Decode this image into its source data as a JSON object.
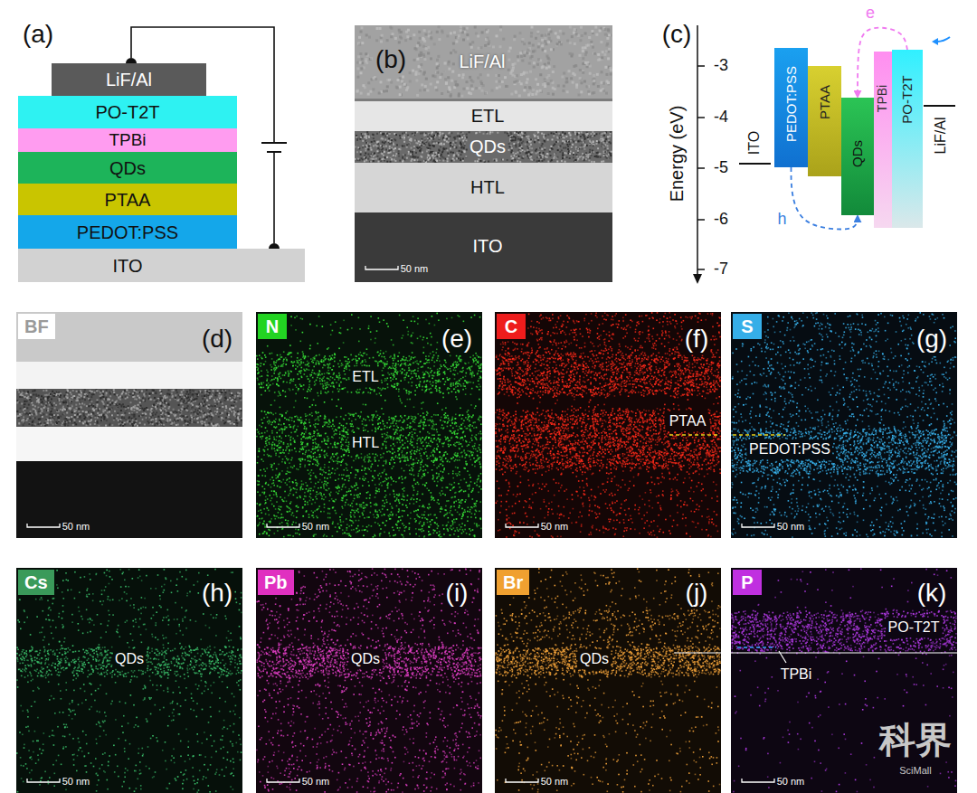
{
  "diagram": {
    "nodes": [
      {
        "text": [
          "LiF/Al"
        ]
      },
      {
        "text": [
          "PO-T2T"
        ]
      },
      {
        "text": [
          "TPBi"
        ]
      },
      {
        "text": [
          "QDs"
        ]
      },
      {
        "text": [
          "PTAA"
        ]
      },
      {
        "text": [
          "PEDOT:PSS"
        ]
      },
      {
        "text": [
          "ITO"
        ]
      },
      {
        "text": [
          "PEDOT:PSS"
        ]
      },
      {
        "text": [
          "PTAA"
        ]
      },
      {
        "text": [
          "QDs"
        ]
      },
      {
        "text": [
          "TPBi"
        ]
      },
      {
        "text": [
          "PO-T2T"
        ]
      },
      {
        "text": [
          "BF"
        ]
      },
      {
        "text": [
          "N"
        ]
      },
      {
        "text": [
          "C"
        ]
      },
      {
        "text": [
          "S"
        ]
      },
      {
        "text": [
          "Cs"
        ]
      },
      {
        "text": [
          "Pb"
        ]
      },
      {
        "text": [
          "Br"
        ]
      },
      {
        "text": [
          "P"
        ]
      }
    ],
    "edges": [
      {
        "from": 11,
        "to": 9,
        "label": "e",
        "arrow": "to"
      },
      {
        "from": 7,
        "to": 9,
        "label": "h",
        "arrow": "to"
      }
    ],
    "labels": [
      "(a)",
      "(b)",
      "(c)",
      "(d)",
      "(e)",
      "(f)",
      "(g)",
      "(h)",
      "(i)",
      "(j)",
      "(k)",
      "LiF/Al",
      "ETL",
      "QDs",
      "HTL",
      "ITO",
      "50 nm",
      "-3",
      "-4",
      "-5",
      "-6",
      "-7",
      "Energy (eV)",
      "ITO",
      "LiF/Al",
      "50 nm",
      "ETL",
      "HTL",
      "50 nm",
      "PTAA",
      "50 nm",
      "PEDOT:PSS",
      "50 nm",
      "QDs",
      "50 nm",
      "QDs",
      "50 nm",
      "QDs",
      "50 nm",
      "PO-T2T",
      "TPBi",
      "50 nm",
      "科界",
      "SciMall"
    ]
  }
}
